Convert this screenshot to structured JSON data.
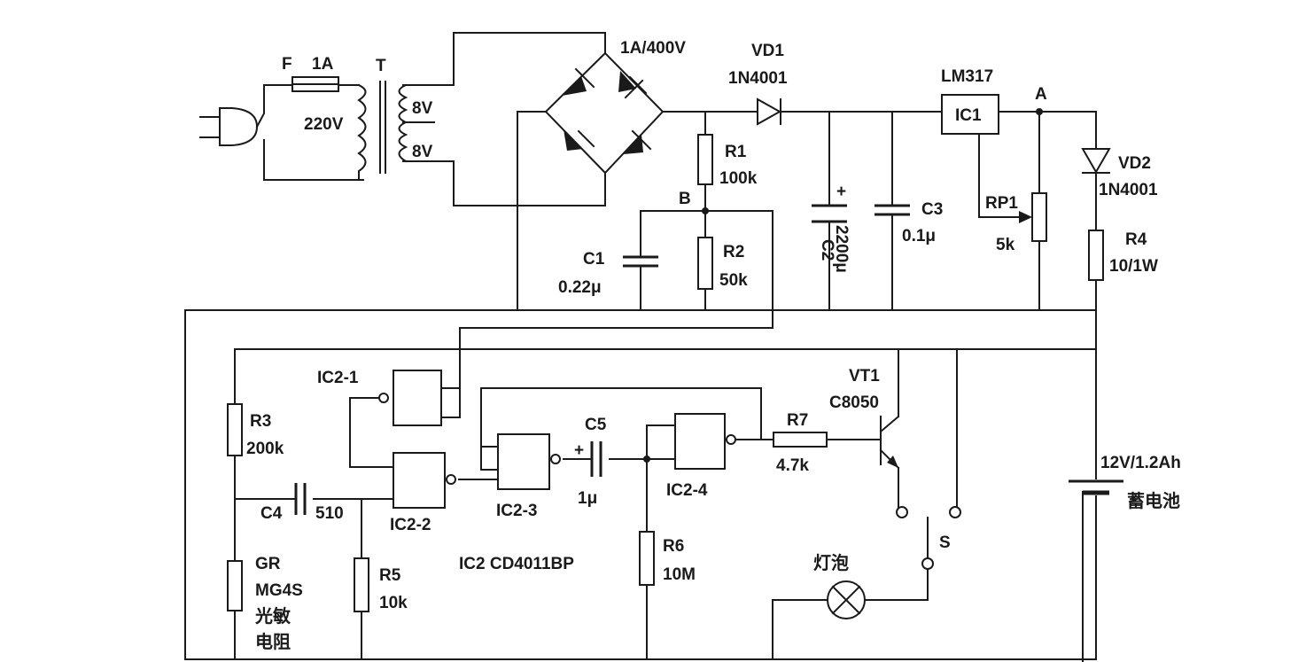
{
  "labels": {
    "fuse": "F",
    "fuse_rating": "1A",
    "transformer": "T",
    "mains_voltage": "220V",
    "secondary_upper": "8V",
    "secondary_lower": "8V",
    "bridge_rating": "1A/400V",
    "vd1_ref": "VD1",
    "vd1_part": "1N4001",
    "r1_ref": "R1",
    "r1_value": "100k",
    "node_b": "B",
    "c1_ref": "C1",
    "c1_value": "0.22μ",
    "r2_ref": "R2",
    "r2_value": "50k",
    "c2_ref": "C2",
    "c2_value": "2200μ",
    "c3_ref": "C3",
    "c3_value": "0.1μ",
    "regulator_part": "LM317",
    "regulator_ref": "IC1",
    "node_a": "A",
    "rp1_ref": "RP1",
    "rp1_value": "5k",
    "vd2_ref": "VD2",
    "vd2_part": "1N4001",
    "r4_ref": "R4",
    "r4_value": "10/1W",
    "ic2_1": "IC2-1",
    "ic2_2": "IC2-2",
    "ic2_3": "IC2-3",
    "ic2_4": "IC2-4",
    "r3_ref": "R3",
    "r3_value": "200k",
    "c4_ref": "C4",
    "c4_value": "510",
    "c5_ref": "C5",
    "c5_value": "1μ",
    "r7_ref": "R7",
    "r7_value": "4.7k",
    "vt1_ref": "VT1",
    "vt1_part": "C8050",
    "battery_rating": "12V/1.2Ah",
    "battery_name": "蓄电池",
    "gr_ref": "GR",
    "gr_part": "MG4S",
    "gr_name_1": "光敏",
    "gr_name_2": "电阻",
    "r5_ref": "R5",
    "r5_value": "10k",
    "ic2_desc": "IC2 CD4011BP",
    "r6_ref": "R6",
    "r6_value": "10M",
    "switch_ref": "S",
    "lamp_name": "灯泡",
    "cap_polarity_c2": "+",
    "cap_polarity_c5": "+"
  }
}
